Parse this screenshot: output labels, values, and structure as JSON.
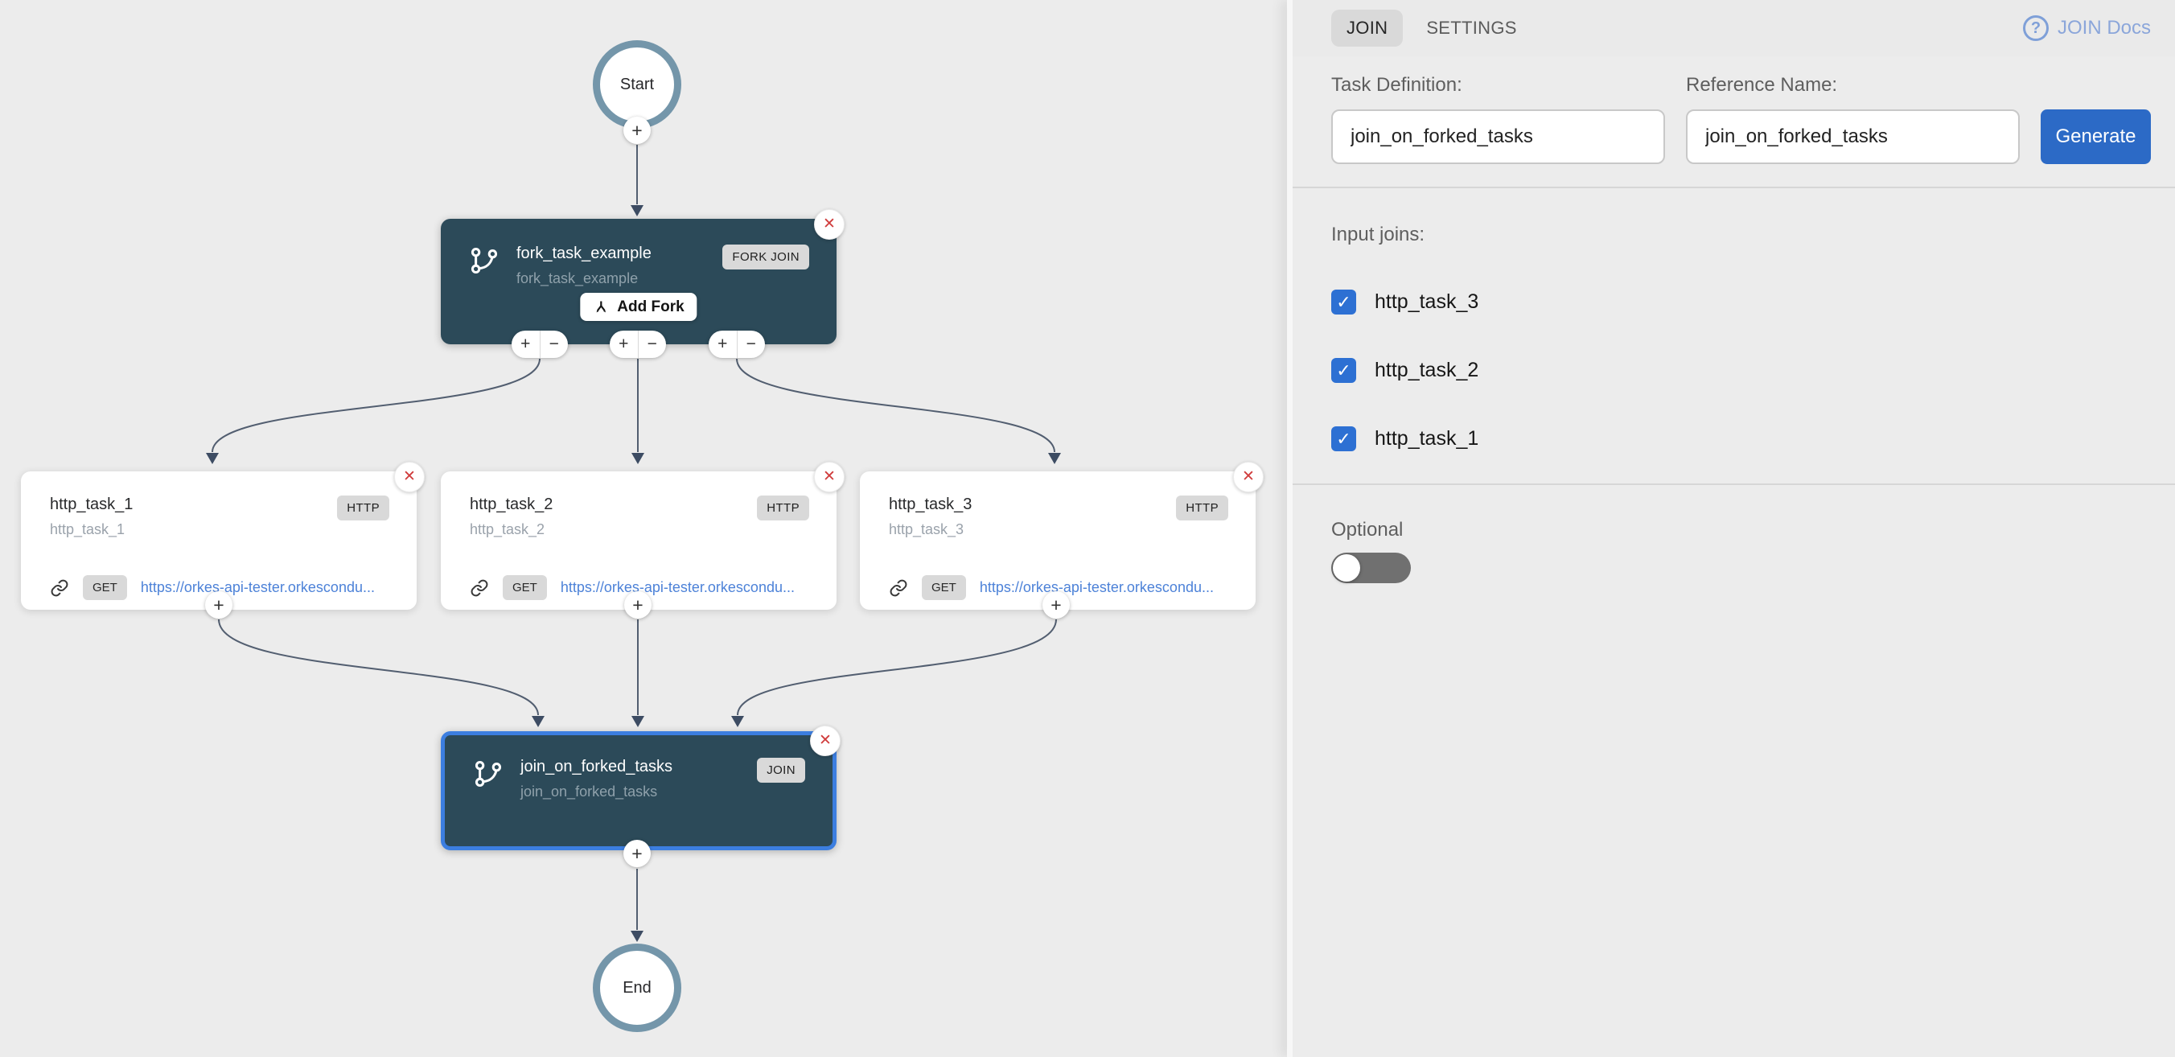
{
  "colors": {
    "node_fill": "#2c4a59",
    "join_selected_border": "#3c7ee0",
    "checkbox_blue": "#2d70d3",
    "generate_blue": "#2c6ac6",
    "link_blue": "#4d82d8",
    "docs_blue": "#8ba6da",
    "close_red": "#d03c3c",
    "terminal_ring": "#7496aa"
  },
  "icons": {
    "plus": "+",
    "minus": "−",
    "close": "✕",
    "check": "✓",
    "question": "?"
  },
  "canvas": {
    "start_label": "Start",
    "end_label": "End",
    "fork_node": {
      "title": "fork_task_example",
      "subtitle": "fork_task_example",
      "badge": "FORK JOIN",
      "add_fork_label": "Add Fork"
    },
    "http_tasks": [
      {
        "title": "http_task_1",
        "subtitle": "http_task_1",
        "badge": "HTTP",
        "method": "GET",
        "url": "https://orkes-api-tester.orkescondu..."
      },
      {
        "title": "http_task_2",
        "subtitle": "http_task_2",
        "badge": "HTTP",
        "method": "GET",
        "url": "https://orkes-api-tester.orkescondu..."
      },
      {
        "title": "http_task_3",
        "subtitle": "http_task_3",
        "badge": "HTTP",
        "method": "GET",
        "url": "https://orkes-api-tester.orkescondu..."
      }
    ],
    "join_node": {
      "title": "join_on_forked_tasks",
      "subtitle": "join_on_forked_tasks",
      "badge": "JOIN"
    }
  },
  "panel": {
    "tabs": [
      {
        "label": "JOIN",
        "active": true
      },
      {
        "label": "SETTINGS",
        "active": false
      }
    ],
    "docs_link": "JOIN Docs",
    "form": {
      "task_definition_label": "Task Definition:",
      "task_definition_value": "join_on_forked_tasks",
      "reference_name_label": "Reference Name:",
      "reference_name_value": "join_on_forked_tasks",
      "generate_label": "Generate"
    },
    "input_joins": {
      "label": "Input joins:",
      "items": [
        {
          "label": "http_task_3",
          "checked": true
        },
        {
          "label": "http_task_2",
          "checked": true
        },
        {
          "label": "http_task_1",
          "checked": true
        }
      ]
    },
    "optional": {
      "label": "Optional",
      "enabled": false
    }
  }
}
